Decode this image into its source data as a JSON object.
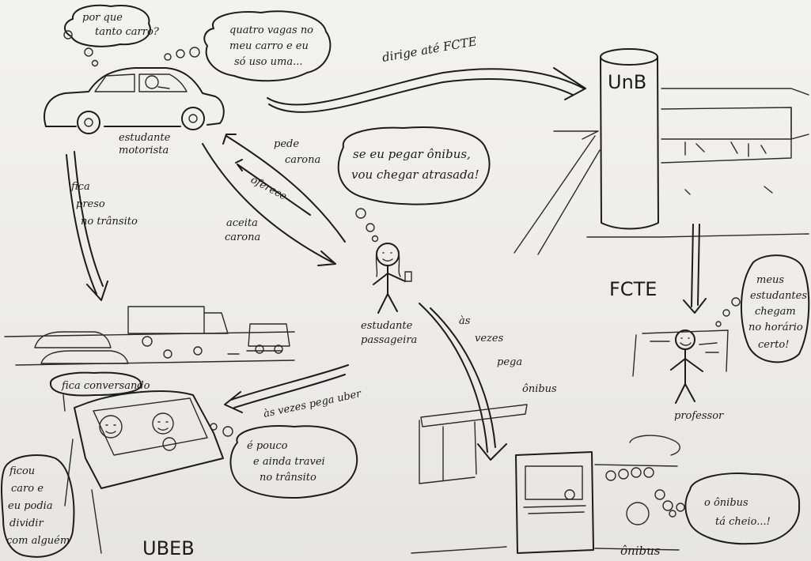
{
  "thought_passenger_bus": [
    "se eu pegar ônibus,",
    "vou chegar atrasada!"
  ],
  "thought_driver_why": [
    "por que",
    "tanto carro?"
  ],
  "thought_driver_seats": [
    "quatro vagas no",
    "meu carro e eu",
    "só uso uma..."
  ],
  "label_driver": [
    "estudante",
    "motorista"
  ],
  "label_passenger": [
    "estudante",
    "passageira"
  ],
  "label_professor": "professor",
  "label_bus": "ônibus",
  "label_unb": "UnB",
  "label_fcte": "FCTE",
  "label_ubeb": "UBEB",
  "arrow_drive_to_fcte": "dirige até FCTE",
  "arrow_stuck_traffic": [
    "fica",
    "preso",
    "no trânsito"
  ],
  "arrow_asks_ride": [
    "pede",
    "carona"
  ],
  "arrow_offers": "oferece",
  "arrow_accepts_ride": [
    "aceita",
    "carona"
  ],
  "arrow_sometimes_bus": [
    "às",
    "vezes",
    "pega",
    "ônibus"
  ],
  "arrow_sometimes_uber": "às vezes pega uber",
  "label_stays_talking": "fica conversando",
  "thought_uber": [
    "é pouco",
    "e ainda travei",
    "no trânsito"
  ],
  "thought_expensive": [
    "ficou",
    "caro e",
    "eu podia",
    "dividir",
    "com alguém"
  ],
  "thought_professor": [
    "meus",
    "estudantes",
    "chegam",
    "no horário",
    "certo!"
  ],
  "thought_bus_full": [
    "o ônibus",
    "tá cheio...!"
  ]
}
